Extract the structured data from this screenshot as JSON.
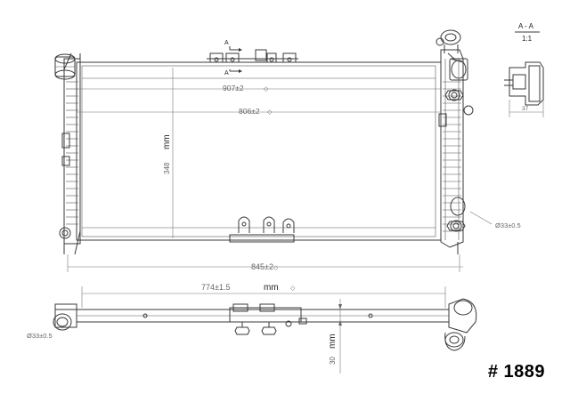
{
  "part_number": "# 1889",
  "section": {
    "letter_left": "A",
    "letter_right": "A",
    "title": "A - A",
    "scale": "1:1"
  },
  "dims": {
    "top_width_upper": "907±2",
    "top_width_lower": "806±2",
    "core_height": "348",
    "core_height_unit": "mm",
    "overall_width": "845±2",
    "outlet_spec": "Ø33±0.5",
    "bottom_width": "774±1.5",
    "bottom_width_unit": "mm",
    "inlet_spec": "Ø33±0.5",
    "thickness": "30",
    "thickness_unit": "mm",
    "section_dim": "37"
  }
}
